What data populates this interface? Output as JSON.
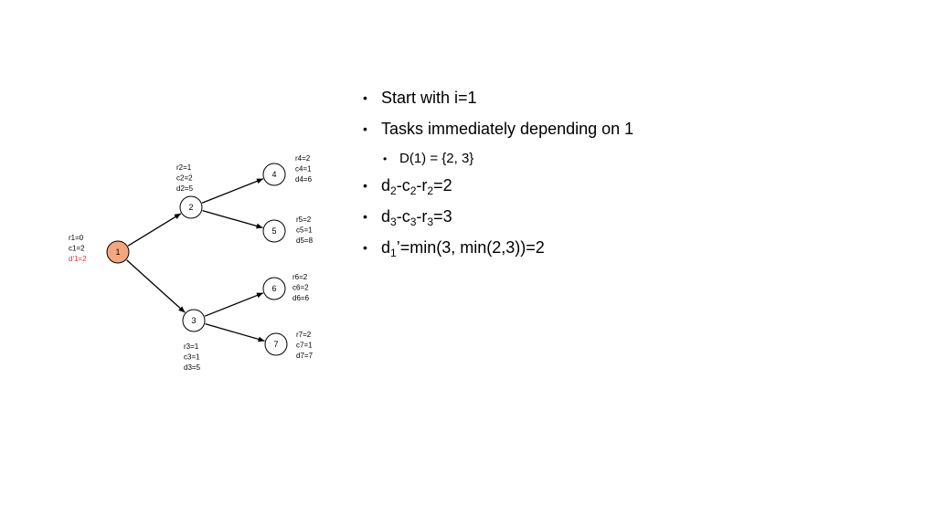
{
  "diagram": {
    "nodes": [
      {
        "id": "1",
        "label": "1",
        "highlight": true
      },
      {
        "id": "2",
        "label": "2"
      },
      {
        "id": "3",
        "label": "3"
      },
      {
        "id": "4",
        "label": "4"
      },
      {
        "id": "5",
        "label": "5"
      },
      {
        "id": "6",
        "label": "6"
      },
      {
        "id": "7",
        "label": "7"
      }
    ],
    "edges": [
      {
        "from": "1",
        "to": "2"
      },
      {
        "from": "1",
        "to": "3"
      },
      {
        "from": "2",
        "to": "4"
      },
      {
        "from": "2",
        "to": "5"
      },
      {
        "from": "3",
        "to": "6"
      },
      {
        "from": "3",
        "to": "7"
      }
    ],
    "annotations": {
      "n1": [
        "r1=0",
        "c1=2",
        "d'1=2"
      ],
      "n2": [
        "r2=1",
        "c2=2",
        "d2=5"
      ],
      "n3": [
        "r3=1",
        "c3=1",
        "d3=5"
      ],
      "n4": [
        "r4=2",
        "c4=1",
        "d4=6"
      ],
      "n5": [
        "r5=2",
        "c5=1",
        "d5=8"
      ],
      "n6": [
        "r6=2",
        "c6=2",
        "d6=6"
      ],
      "n7": [
        "r7=2",
        "c7=1",
        "d7=7"
      ]
    },
    "colors": {
      "highlight_fill": "#f4a77e",
      "node_fill": "#ffffff",
      "stroke": "#000000",
      "annotation_red": "#e8312b"
    }
  },
  "bullets": {
    "b1": "Start with i=1",
    "b2": "Tasks immediately depending on 1",
    "b2_sub": "D(1) = {2, 3}",
    "b3": {
      "d": "d",
      "s1": "2",
      "m1": "-c",
      "s2": "2",
      "m2": "-r",
      "s3": "2",
      "end": "=2"
    },
    "b4": {
      "d": "d",
      "s1": "3",
      "m1": "-c",
      "s2": "3",
      "m2": "-r",
      "s3": "3",
      "end": "=3"
    },
    "b5": {
      "d": "d",
      "s1": "1",
      "prime": "’",
      "end": "=min(3, min(2,3))=2"
    }
  }
}
